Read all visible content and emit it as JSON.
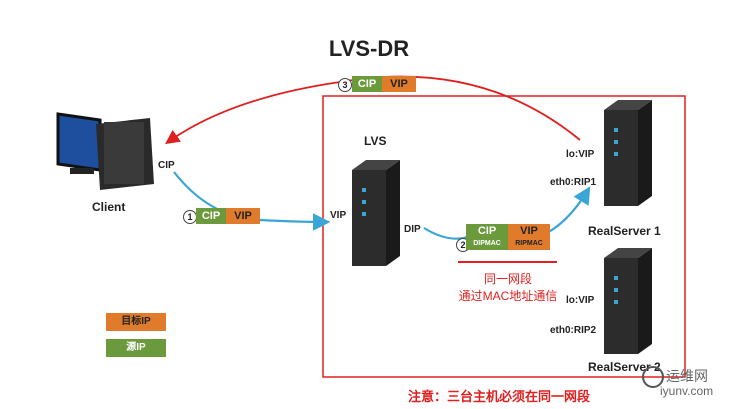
{
  "title": "LVS-DR",
  "client": {
    "label": "Client",
    "ip_label": "CIP"
  },
  "lvs": {
    "label": "LVS",
    "vip": "VIP",
    "dip": "DIP"
  },
  "rs1": {
    "lo": "lo:VIP",
    "eth": "eth0:RIP1",
    "name": "RealServer  1"
  },
  "rs2": {
    "lo": "lo:VIP",
    "eth": "eth0:RIP2",
    "name": "RealServer  2"
  },
  "packet1": {
    "num": "1",
    "src": "CIP",
    "dst": "VIP"
  },
  "packet2": {
    "num": "2",
    "src": "CIP",
    "dst": "VIP",
    "src_mac": "DIPMAC",
    "dst_mac": "RIPMAC"
  },
  "packet3": {
    "num": "3",
    "src": "CIP",
    "dst": "VIP"
  },
  "note": {
    "line1": "同一网段",
    "line2": "通过MAC地址通信"
  },
  "legend": {
    "dst": "目标IP",
    "src": "源IP"
  },
  "footer_note": "注意：三台主机必须在同一网段",
  "watermark": "运维网",
  "watermark_url": "iyunv.com",
  "colors": {
    "src": "#6a9a3b",
    "dst": "#e07b2c",
    "red": "#e02020",
    "blue": "#3aa6d6"
  }
}
